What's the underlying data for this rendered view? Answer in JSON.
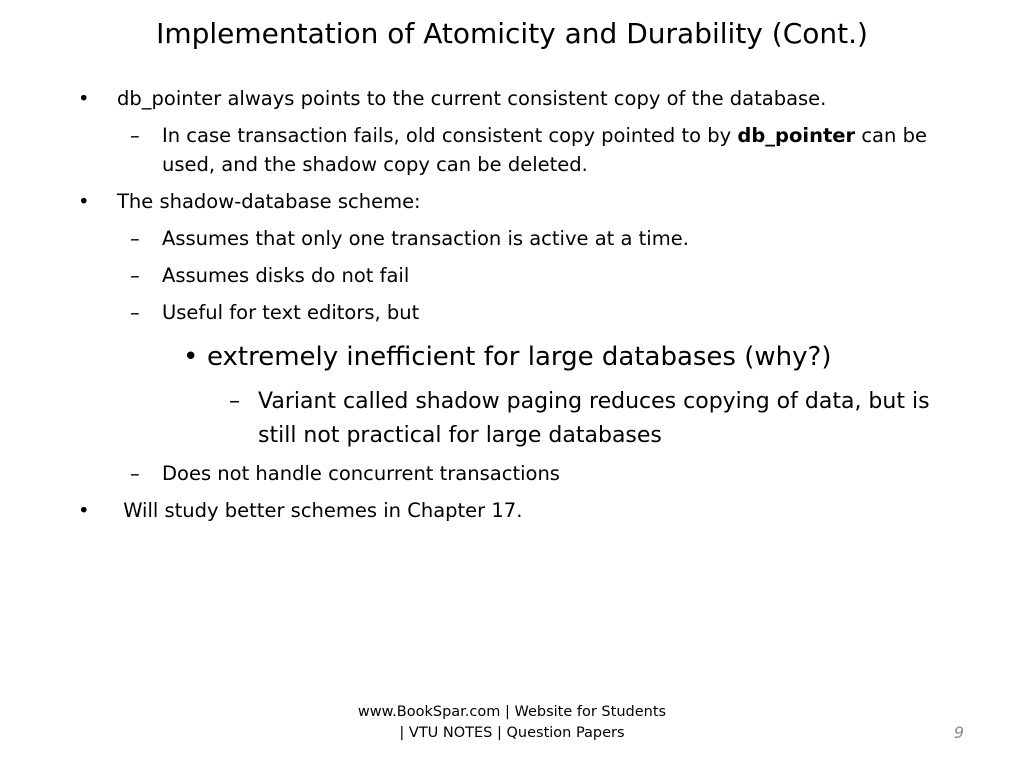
{
  "slide": {
    "title": "Implementation of Atomicity and Durability (Cont.)",
    "bullets": [
      {
        "text": "db_pointer always points to the current consistent copy of the database.",
        "sub": [
          {
            "text_before": "In case transaction fails, old consistent copy pointed to by ",
            "bold": "db_pointer",
            "text_after": " can be",
            "continuation": "used, and the shadow copy can be deleted."
          }
        ]
      },
      {
        "text": "The shadow-database scheme:",
        "sub": [
          {
            "text": "Assumes that only one transaction is active at a time."
          },
          {
            "text": "Assumes disks do not fail"
          },
          {
            "text": "Useful for text editors, but",
            "sub": [
              {
                "text": "extremely inefficient for large databases (why?)",
                "sub": [
                  {
                    "text": "Variant called shadow paging reduces copying of data, but is",
                    "continuation": "still not practical for large databases"
                  }
                ]
              }
            ]
          },
          {
            "text": "Does not handle concurrent transactions"
          }
        ]
      },
      {
        "text": " Will study better schemes in Chapter 17."
      }
    ],
    "markers": {
      "bullet": "•",
      "dash": "–"
    }
  },
  "footer": {
    "text": "www.BookSpar.com | Website for Students | VTU NOTES | Question Papers"
  },
  "page_number": "9"
}
